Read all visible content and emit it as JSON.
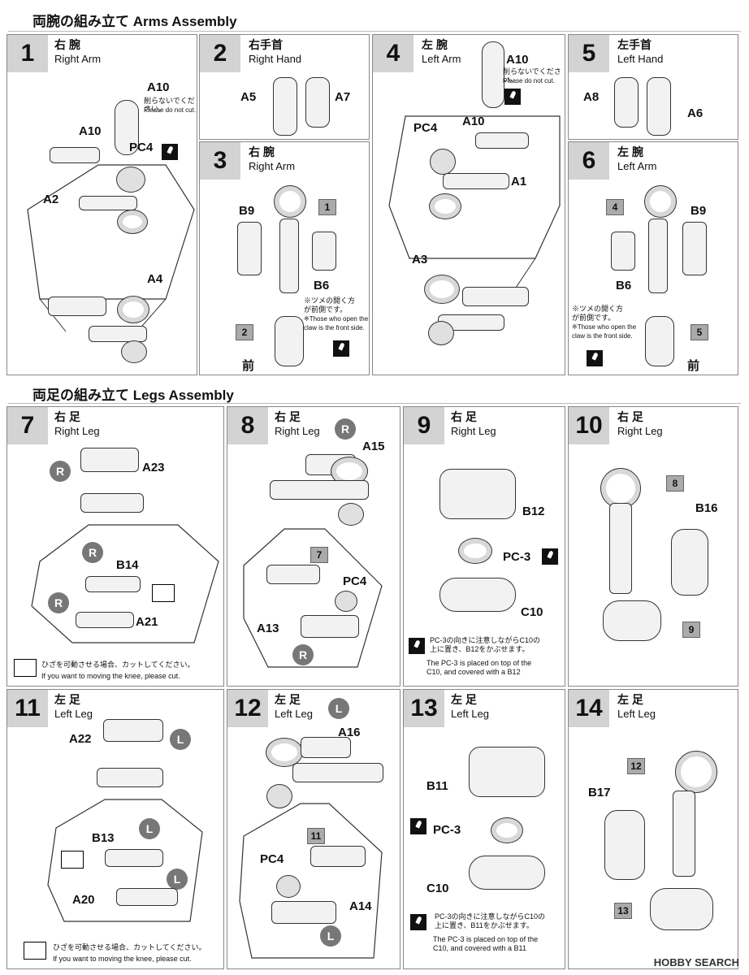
{
  "arms": {
    "title": "両腕の組み立て Arms Assembly"
  },
  "legs": {
    "title": "両足の組み立て Legs Assembly"
  },
  "steps": [
    {
      "no": "1",
      "jp": "右 腕",
      "en": "Right Arm"
    },
    {
      "no": "2",
      "jp": "右手首",
      "en": "Right Hand"
    },
    {
      "no": "3",
      "jp": "右 腕",
      "en": "Right Arm"
    },
    {
      "no": "4",
      "jp": "左 腕",
      "en": "Left Arm"
    },
    {
      "no": "5",
      "jp": "左手首",
      "en": "Left Hand"
    },
    {
      "no": "6",
      "jp": "左 腕",
      "en": "Left Arm"
    },
    {
      "no": "7",
      "jp": "右 足",
      "en": "Right Leg"
    },
    {
      "no": "8",
      "jp": "右 足",
      "en": "Right Leg"
    },
    {
      "no": "9",
      "jp": "右 足",
      "en": "Right Leg"
    },
    {
      "no": "10",
      "jp": "右 足",
      "en": "Right Leg"
    },
    {
      "no": "11",
      "jp": "左 足",
      "en": "Left Leg"
    },
    {
      "no": "12",
      "jp": "左 足",
      "en": "Left Leg"
    },
    {
      "no": "13",
      "jp": "左 足",
      "en": "Left Leg"
    },
    {
      "no": "14",
      "jp": "左 足",
      "en": "Left Leg"
    }
  ],
  "parts": {
    "A1": "A1",
    "A2": "A2",
    "A3": "A3",
    "A4": "A4",
    "A5": "A5",
    "A6": "A6",
    "A7": "A7",
    "A8": "A8",
    "A10": "A10",
    "A13": "A13",
    "A14": "A14",
    "A15": "A15",
    "A16": "A16",
    "A20": "A20",
    "A21": "A21",
    "A22": "A22",
    "A23": "A23",
    "B6": "B6",
    "B9": "B9",
    "B11": "B11",
    "B12": "B12",
    "B13": "B13",
    "B14": "B14",
    "B16": "B16",
    "B17": "B17",
    "C10": "C10",
    "PC4": "PC4",
    "PC3": "PC-3",
    "R": "R",
    "L": "L"
  },
  "refs": {
    "r1": "1",
    "r2": "2",
    "r4": "4",
    "r5": "5",
    "r7": "7",
    "r8": "8",
    "r9": "9",
    "r11": "11",
    "r12": "12",
    "r13": "13"
  },
  "notes": {
    "nocut_jp": "削らないでください。",
    "nocut_en": "Please do not cut.",
    "claw_jp1": "※ツメの開く方",
    "claw_jp2": "が前側です。",
    "claw_en1": "※Those who open the",
    "claw_en2": "claw is the front side.",
    "front": "前",
    "knee_jp": "ひざを可動させる場合、カットしてください。",
    "knee_en": "If you want to moving the knee, please cut.",
    "pc3_jp1": "PC-3の向きに注意しながらC10の",
    "pc3_jp2": "上に置き、B12をかぶせます。",
    "pc3_en1": "The PC-3 is placed on top of the",
    "pc3_en2": "C10, and covered with a B12",
    "pc3b_jp1": "PC-3の向きに注意しながらC10の",
    "pc3b_jp2": "上に置き、B11をかぶせます。",
    "pc3b_en1": "The PC-3 is placed on top of the",
    "pc3b_en2": "C10, and covered with a B11"
  },
  "watermark": "HOBBY SEARCH"
}
